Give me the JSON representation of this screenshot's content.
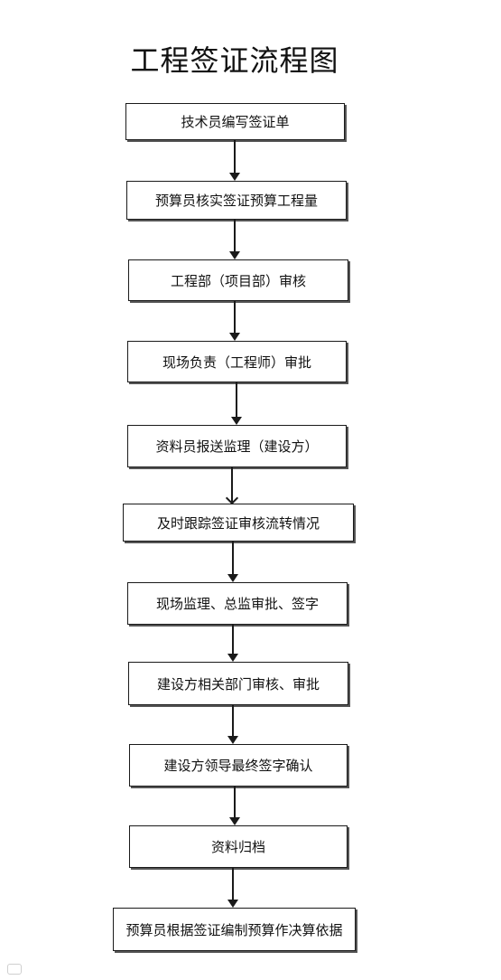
{
  "title": "工程签证流程图",
  "steps": [
    "技术员编写签证单",
    "预算员核实签证预算工程量",
    "工程部（项目部）审核",
    "现场负责（工程师）审批",
    "资料员报送监理（建设方）",
    "及时跟踪签证审核流转情况",
    "现场监理、总监审批、签字",
    "建设方相关部门审核、审批",
    "建设方领导最终签字确认",
    "资料归档",
    "预算员根据签证编制预算作决算依据"
  ]
}
